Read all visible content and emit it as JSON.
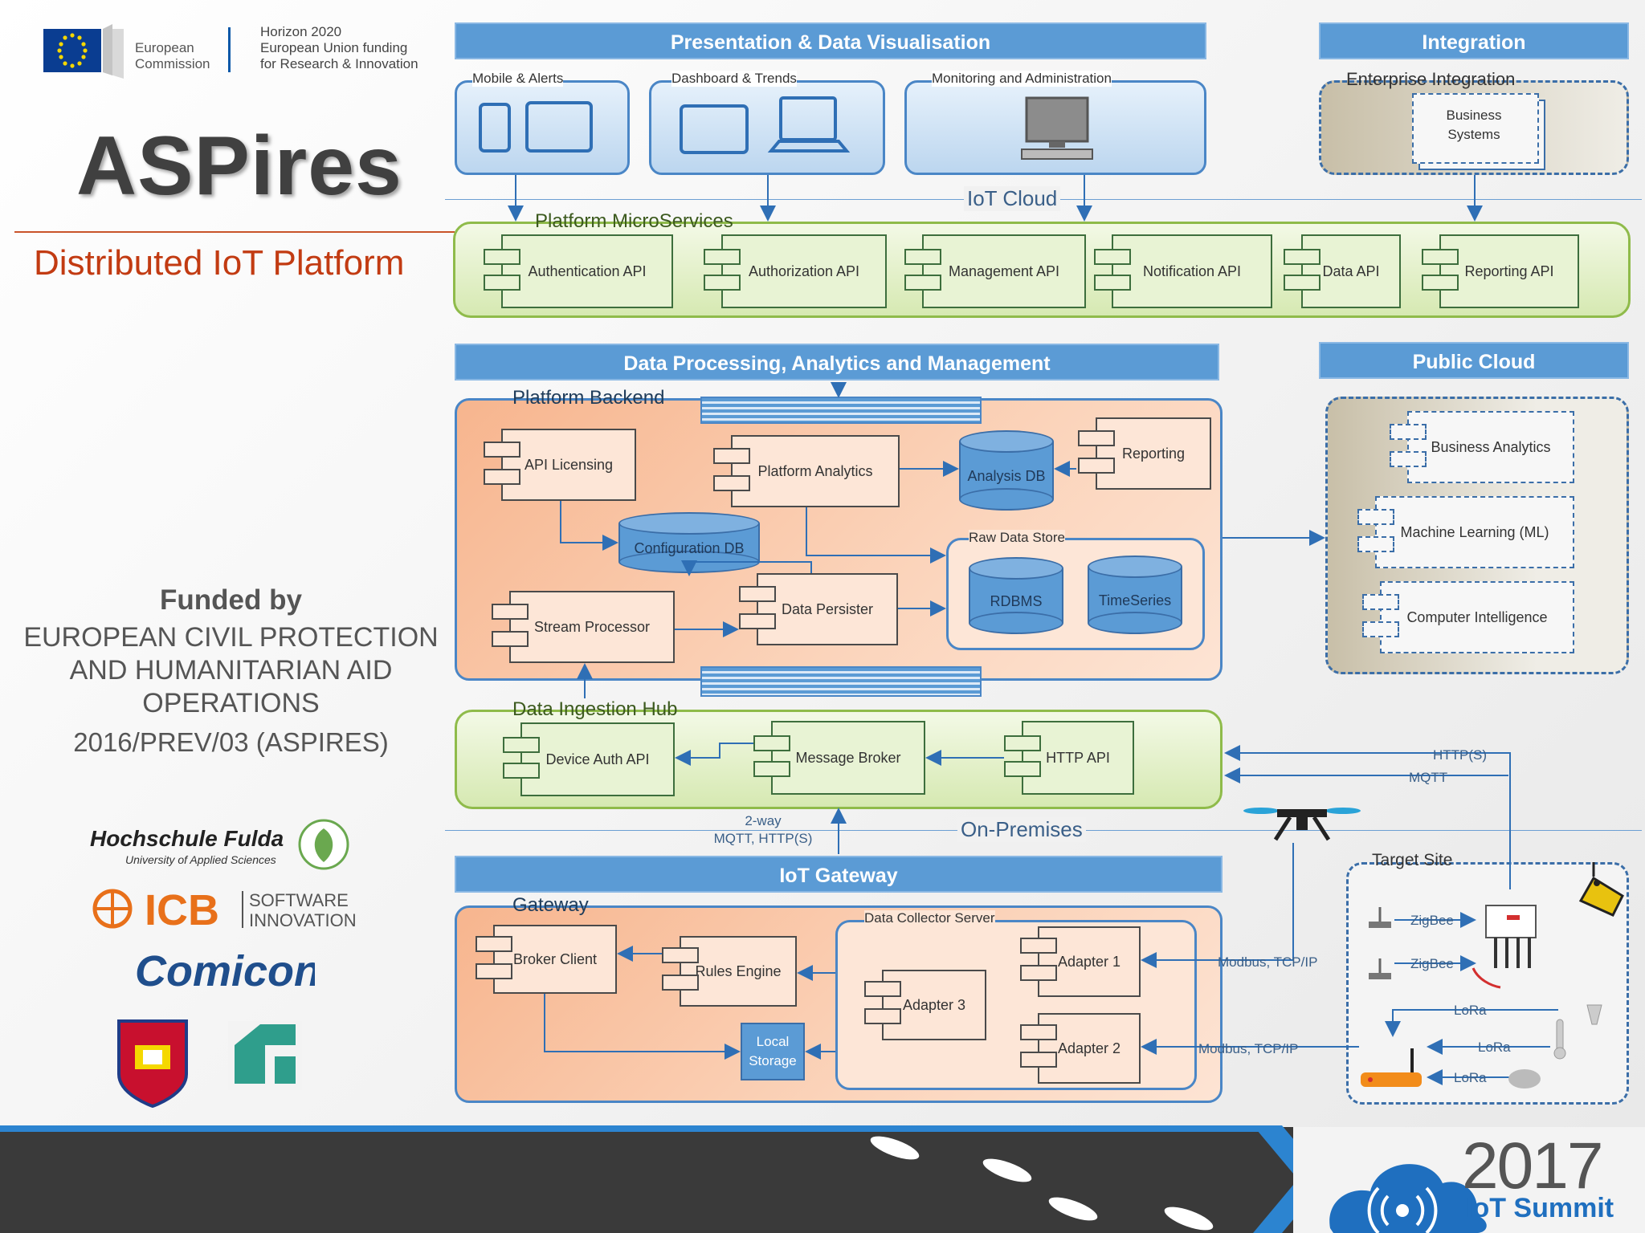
{
  "branding": {
    "ec_name": "European\nCommission",
    "ec_line1": "European",
    "ec_line2": "Commission",
    "h2020_line1": "Horizon 2020",
    "h2020_line2": "European Union funding",
    "h2020_line3": "for Research & Innovation",
    "title": "ASPires",
    "subtitle": "Distributed IoT Platform",
    "funded_head": "Funded by",
    "funded_org_line1": "EUROPEAN CIVIL PROTECTION",
    "funded_org_line2": "AND HUMANITARIAN AID",
    "funded_org_line3": "OPERATIONS",
    "funded_code": "2016/PREV/03 (ASPIRES)",
    "hf_name": "Hochschule Fulda",
    "hf_sub": "University of Applied Sciences",
    "icb_name": "ICB",
    "icb_line1": "SOFTWARE",
    "icb_line2": "INNOVATION",
    "comicon": "Comicon",
    "summit_year": "2017",
    "summit_name": "IoT Summit"
  },
  "headers": {
    "presentation": "Presentation & Data Visualisation",
    "integration": "Integration",
    "processing": "Data Processing, Analytics and Management",
    "public_cloud": "Public Cloud",
    "iot_gateway": "IoT Gateway"
  },
  "presentation": {
    "mobile": "Mobile & Alerts",
    "dashboard": "Dashboard & Trends",
    "monitoring": "Monitoring and Administration"
  },
  "integration": {
    "enterprise": "Enterprise Integration",
    "business_systems_1": "Business",
    "business_systems_2": "Systems"
  },
  "dividers": {
    "iot_cloud": "IoT Cloud",
    "on_premises": "On-Premises"
  },
  "microservices": {
    "label": "Platform MicroServices",
    "items": [
      "Authentication API",
      "Authorization API",
      "Management API",
      "Notification API",
      "Data API",
      "Reporting API"
    ]
  },
  "backend": {
    "label": "Platform Backend",
    "api_licensing": "API Licensing",
    "platform_analytics": "Platform Analytics",
    "analysis_db": "Analysis DB",
    "reporting": "Reporting",
    "configuration_db": "Configuration DB",
    "raw_data_store": "Raw Data Store",
    "rdbms": "RDBMS",
    "timeseries": "TimeSeries",
    "stream_processor": "Stream Processor",
    "data_persister": "Data Persister"
  },
  "public_cloud": {
    "business_analytics": "Business Analytics",
    "machine_learning": "Machine Learning (ML)",
    "computer_intelligence": "Computer Intelligence"
  },
  "ingestion": {
    "label": "Data Ingestion Hub",
    "device_auth": "Device Auth API",
    "message_broker": "Message Broker",
    "http_api": "HTTP API",
    "two_way_1": "2-way",
    "two_way_2": "MQTT, HTTP(S)"
  },
  "gateway": {
    "label": "Gateway",
    "broker_client": "Broker Client",
    "rules_engine": "Rules Engine",
    "local_storage_1": "Local",
    "local_storage_2": "Storage",
    "data_collector": "Data Collector Server",
    "adapter1": "Adapter 1",
    "adapter2": "Adapter 2",
    "adapter3": "Adapter 3"
  },
  "target_site": {
    "label": "Target Site",
    "zigbee": "ZigBee",
    "lora": "LoRa"
  },
  "protocols": {
    "https": "HTTP(S)",
    "mqtt": "MQTT",
    "modbus": "Modbus, TCP/IP"
  },
  "colors": {
    "header_blue": "#5b9bd5",
    "green_box": "#8fbb4a",
    "orange_box": "#f7b58e",
    "title_red": "#c23b12"
  }
}
